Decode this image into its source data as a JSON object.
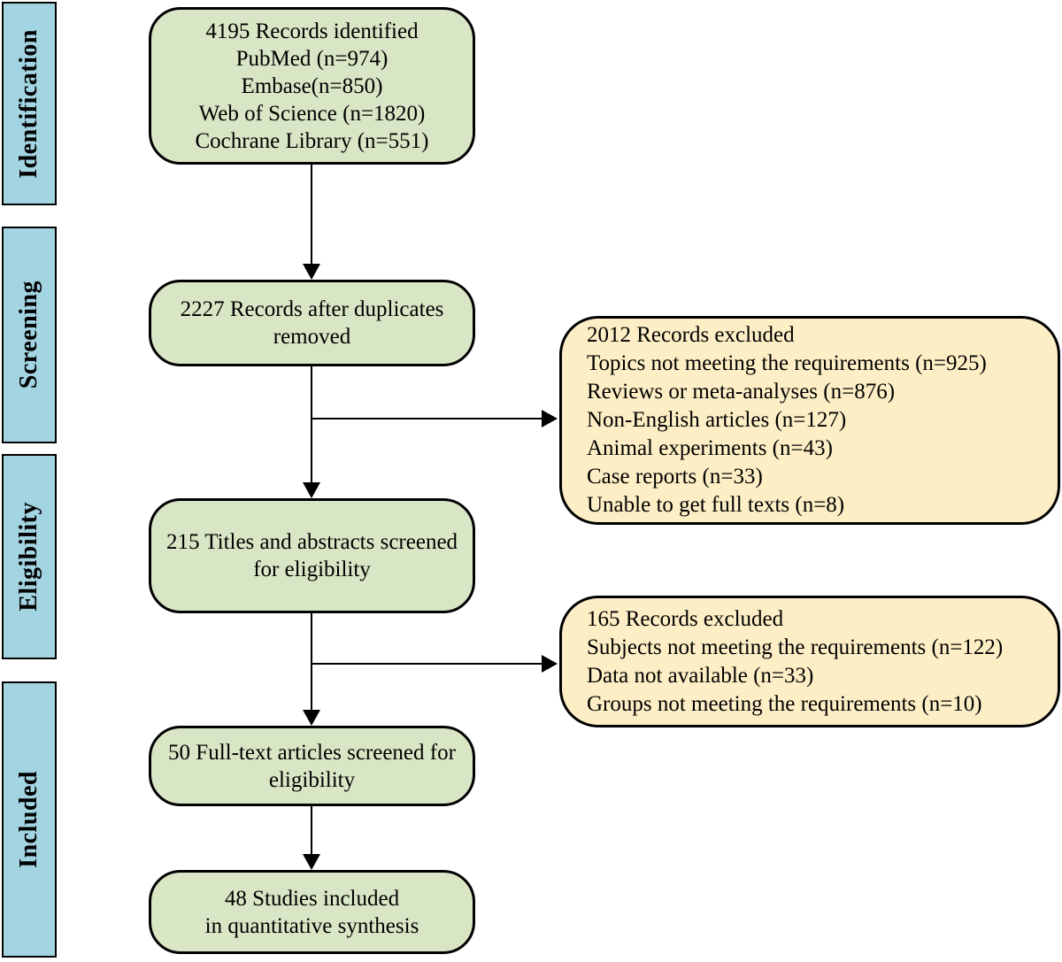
{
  "diagram_title": "PRISMA study selection flow diagram",
  "colors": {
    "stage_fill": "#a2d4e2",
    "flow_fill": "#d9e6c5",
    "exclusion_fill": "#fdeec5",
    "border": "#000000"
  },
  "sidebar": {
    "stages": [
      {
        "label": "Identification"
      },
      {
        "label": "Screening"
      },
      {
        "label": "Eligibility"
      },
      {
        "label": "Included"
      }
    ]
  },
  "flow": {
    "identified": {
      "lines": [
        "4195 Records identified",
        "PubMed (n=974)",
        "Embase(n=850)",
        "Web of Science (n=1820)",
        "Cochrane Library (n=551)"
      ]
    },
    "after_duplicates": {
      "lines": [
        "2227 Records after duplicates",
        "removed"
      ]
    },
    "titles_abstracts": {
      "lines": [
        "215 Titles and abstracts screened",
        "for eligibility"
      ]
    },
    "full_text": {
      "lines": [
        "50 Full-text articles screened for",
        "eligibility"
      ]
    },
    "included": {
      "lines": [
        "48 Studies included",
        "in quantitative synthesis"
      ]
    }
  },
  "exclusions": {
    "screening": {
      "lines": [
        "2012 Records excluded",
        "Topics not meeting the requirements (n=925)",
        "Reviews or meta-analyses (n=876)",
        "Non-English articles (n=127)",
        "Animal experiments (n=43)",
        "Case reports (n=33)",
        "Unable to get full texts (n=8)"
      ]
    },
    "eligibility": {
      "lines": [
        "165 Records excluded",
        "Subjects not meeting the requirements (n=122)",
        "Data not available (n=33)",
        "Groups not meeting the requirements (n=10)"
      ]
    }
  }
}
